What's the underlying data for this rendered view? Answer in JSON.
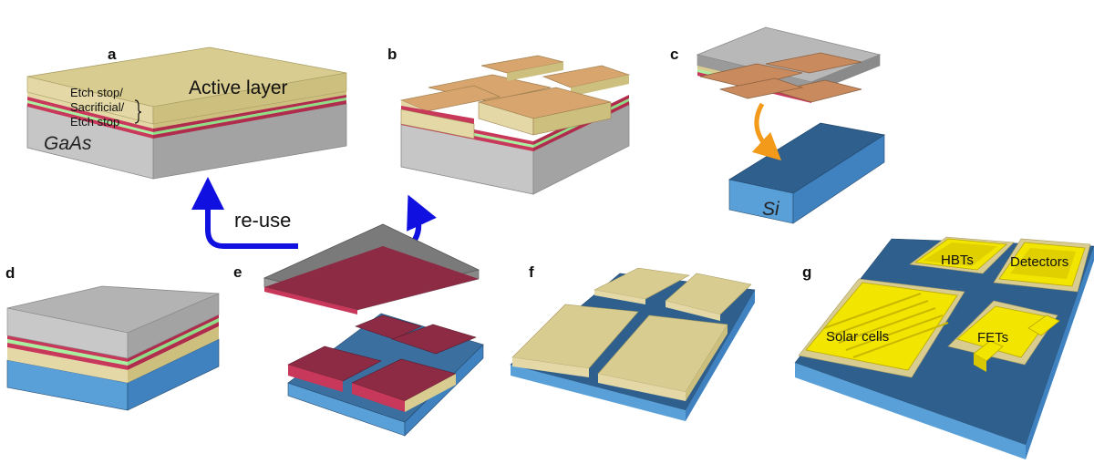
{
  "panels": {
    "a": "a",
    "b": "b",
    "c": "c",
    "d": "d",
    "e": "e",
    "f": "f",
    "g": "g"
  },
  "labels": {
    "active_layer": "Active layer",
    "stack_line1": "Etch stop/",
    "stack_line2": "Sacrificial/",
    "stack_line3": "Etch stop",
    "gaas": "GaAs",
    "si": "Si",
    "reuse": "re-use"
  },
  "devices": {
    "hbts": "HBTs",
    "detectors": "Detectors",
    "solar_cells": "Solar cells",
    "fets": "FETs"
  },
  "colors": {
    "active": "#d8cc90",
    "sacrificial": "#c8385a",
    "etch_stop": "#a8f0a0",
    "gaas": "#c8c8c8",
    "si": "#3a72a8",
    "metal": "#f2e600",
    "reuse_arrow": "#1010e0",
    "transfer_arrow": "#f39a1a"
  }
}
